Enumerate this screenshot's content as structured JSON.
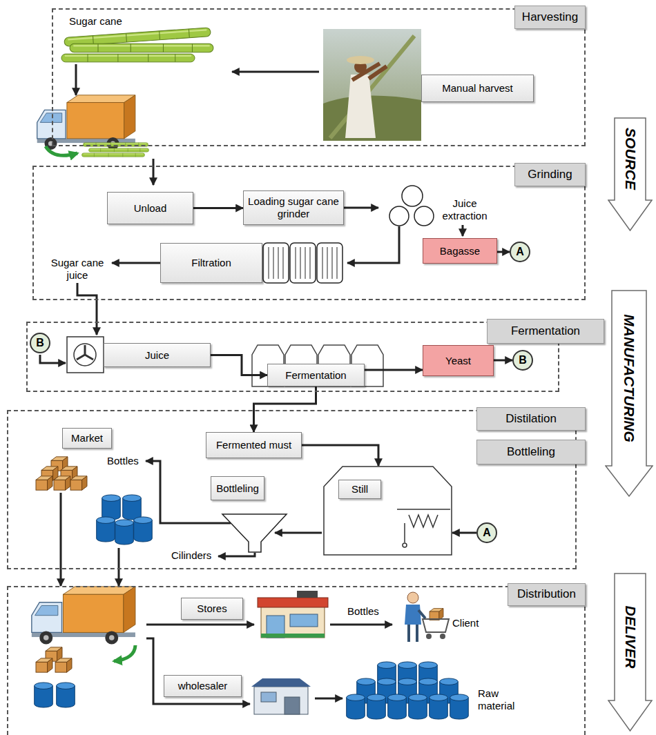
{
  "diagram": {
    "nodes": [
      {
        "text": [
          "Harvesting"
        ]
      },
      {
        "text": [
          "Manual harvest"
        ],
        "in": 0
      },
      {
        "text": [
          "Grinding"
        ]
      },
      {
        "text": [
          "Unload"
        ],
        "in": 2
      },
      {
        "text": [
          "Loading sugar cane grinder"
        ],
        "in": 2
      },
      {
        "text": [
          "Bagasse"
        ],
        "in": 2
      },
      {
        "text": [
          "A"
        ],
        "in": 2
      },
      {
        "text": [
          "Filtration"
        ],
        "in": 2
      },
      {
        "text": [
          "Fermentation"
        ]
      },
      {
        "text": [
          "B"
        ],
        "in": 8
      },
      {
        "text": [
          "Juice"
        ],
        "in": 8
      },
      {
        "text": [
          "Fermentation"
        ],
        "in": 8
      },
      {
        "text": [
          "Yeast"
        ],
        "in": 8
      },
      {
        "text": [
          "B"
        ],
        "in": 8
      },
      {
        "text": [
          "Distilation",
          "Bottleling"
        ]
      },
      {
        "text": [
          "Market"
        ],
        "in": 14
      },
      {
        "text": [
          "Fermented must"
        ],
        "in": 14
      },
      {
        "text": [
          "Bottleling"
        ],
        "in": 14
      },
      {
        "text": [
          "Still"
        ],
        "in": 14
      },
      {
        "text": [
          "A"
        ],
        "in": 14
      },
      {
        "text": [
          "Distribution"
        ]
      },
      {
        "text": [
          "Stores"
        ],
        "in": 20
      },
      {
        "text": [
          "wholesaler"
        ],
        "in": 20
      },
      {
        "text": [
          "SOURCE"
        ]
      },
      {
        "text": [
          "MANUFACTURING"
        ]
      },
      {
        "text": [
          "DELIVER"
        ]
      }
    ],
    "edges": [
      {
        "from": 3,
        "to": 4,
        "arrow": "to"
      },
      {
        "from": 5,
        "to": 6,
        "arrow": "to"
      },
      {
        "from": 10,
        "to": 11,
        "arrow": "to"
      },
      {
        "from": 11,
        "to": 12,
        "arrow": "to"
      },
      {
        "from": 12,
        "to": 13,
        "arrow": "to"
      },
      {
        "from": 11,
        "to": 16,
        "arrow": "to"
      },
      {
        "from": 16,
        "to": 18,
        "arrow": "to"
      },
      {
        "from": 19,
        "to": 18,
        "arrow": "to"
      }
    ],
    "labels": [
      "Sugar cane",
      "Juice extraction",
      "Sugar cane juice",
      "Bottles",
      "Cilinders",
      "Bottles",
      "Client",
      "Raw material"
    ]
  }
}
